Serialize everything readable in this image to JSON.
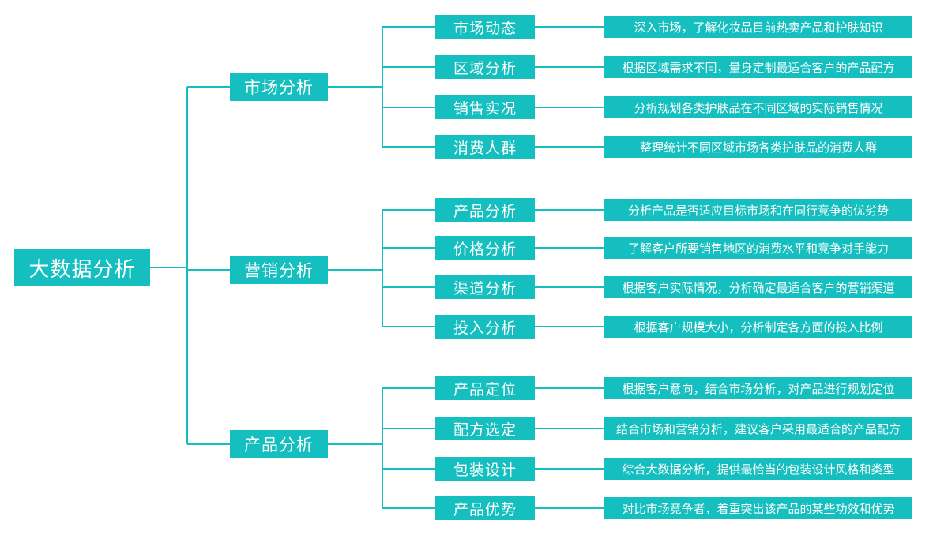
{
  "colors": {
    "accent": "#15bfbf",
    "background": "#ffffff",
    "node_text": "#ffffff"
  },
  "tree": {
    "root": {
      "label": "大数据分析"
    },
    "branches": [
      {
        "label": "市场分析",
        "children": [
          {
            "label": "市场动态",
            "desc": "深入市场，了解化妆品目前热卖产品和护肤知识"
          },
          {
            "label": "区域分析",
            "desc": "根据区域需求不同，量身定制最适合客户的产品配方"
          },
          {
            "label": "销售实况",
            "desc": "分析规划各类护肤品在不同区域的实际销售情况"
          },
          {
            "label": "消费人群",
            "desc": "整理统计不同区域市场各类护肤品的消费人群"
          }
        ]
      },
      {
        "label": "营销分析",
        "children": [
          {
            "label": "产品分析",
            "desc": "分析产品是否适应目标市场和在同行竞争的优劣势"
          },
          {
            "label": "价格分析",
            "desc": "了解客户所要销售地区的消费水平和竞争对手能力"
          },
          {
            "label": "渠道分析",
            "desc": "根据客户实际情况，分析确定最适合客户的营销渠道"
          },
          {
            "label": "投入分析",
            "desc": "根据客户规模大小，分析制定各方面的投入比例"
          }
        ]
      },
      {
        "label": "产品分析",
        "children": [
          {
            "label": "产品定位",
            "desc": "根据客户意向，结合市场分析，对产品进行规划定位"
          },
          {
            "label": "配方选定",
            "desc": "结合市场和营销分析，建议客户采用最适合的产品配方"
          },
          {
            "label": "包装设计",
            "desc": "综合大数据分析，提供最恰当的包装设计风格和类型"
          },
          {
            "label": "产品优势",
            "desc": "对比市场竞争者，着重突出该产品的某些功效和优势"
          }
        ]
      }
    ]
  }
}
